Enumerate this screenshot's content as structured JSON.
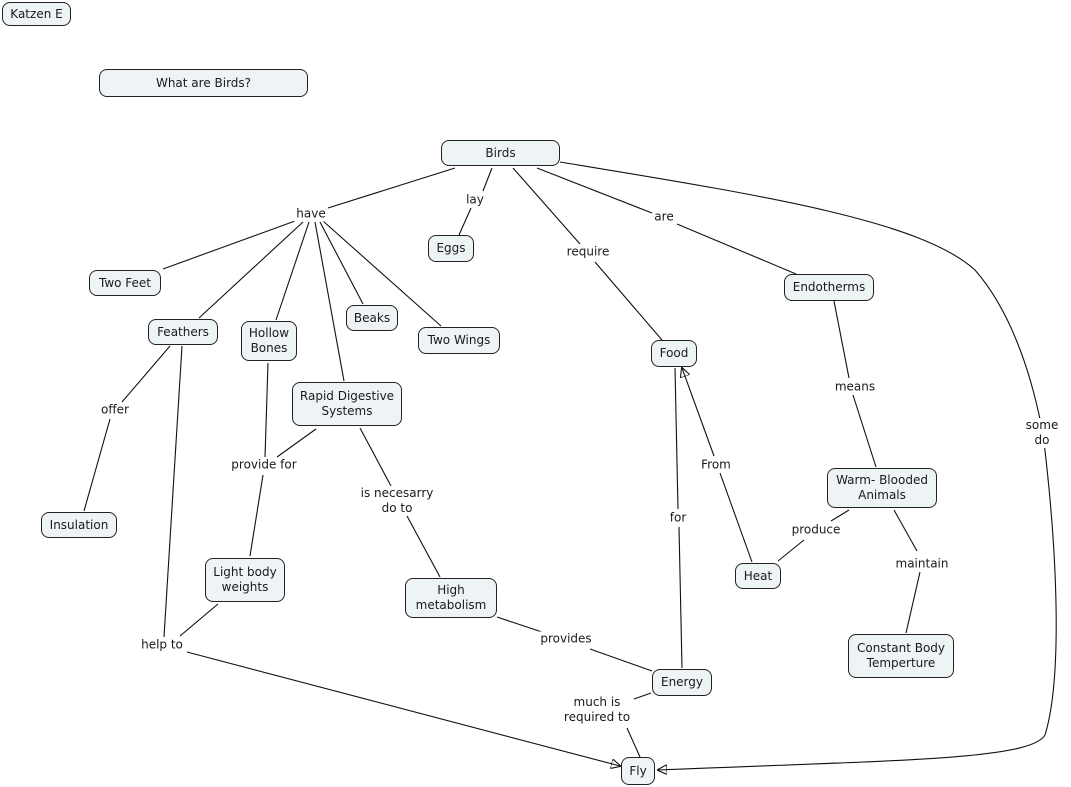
{
  "author": "Katzen E",
  "title": "What are Birds?",
  "concepts": {
    "birds": "Birds",
    "eggs": "Eggs",
    "two_feet": "Two Feet",
    "feathers": "Feathers",
    "hollow_bones": "Hollow\nBones",
    "beaks": "Beaks",
    "two_wings": "Two Wings",
    "rapid_digestive": "Rapid Digestive\nSystems",
    "insulation": "Insulation",
    "light_body": "Light body\nweights",
    "high_metabolism": "High\nmetabolism",
    "food": "Food",
    "endotherms": "Endotherms",
    "warm_blooded": "Warm- Blooded\nAnimals",
    "heat": "Heat",
    "constant_body": "Constant Body\nTemperture",
    "energy": "Energy",
    "fly": "Fly"
  },
  "links": {
    "have": "have",
    "lay": "lay",
    "require": "require",
    "are": "are",
    "some_do": "some do",
    "offer": "offer",
    "provide_for": "provide for",
    "is_necessary": "is necesarry\ndo to",
    "help_to": "help to",
    "means": "means",
    "from": "From",
    "for": "for",
    "produce": "produce",
    "maintain": "maintain",
    "provides": "provides",
    "much_required": "much is\nrequired to"
  }
}
